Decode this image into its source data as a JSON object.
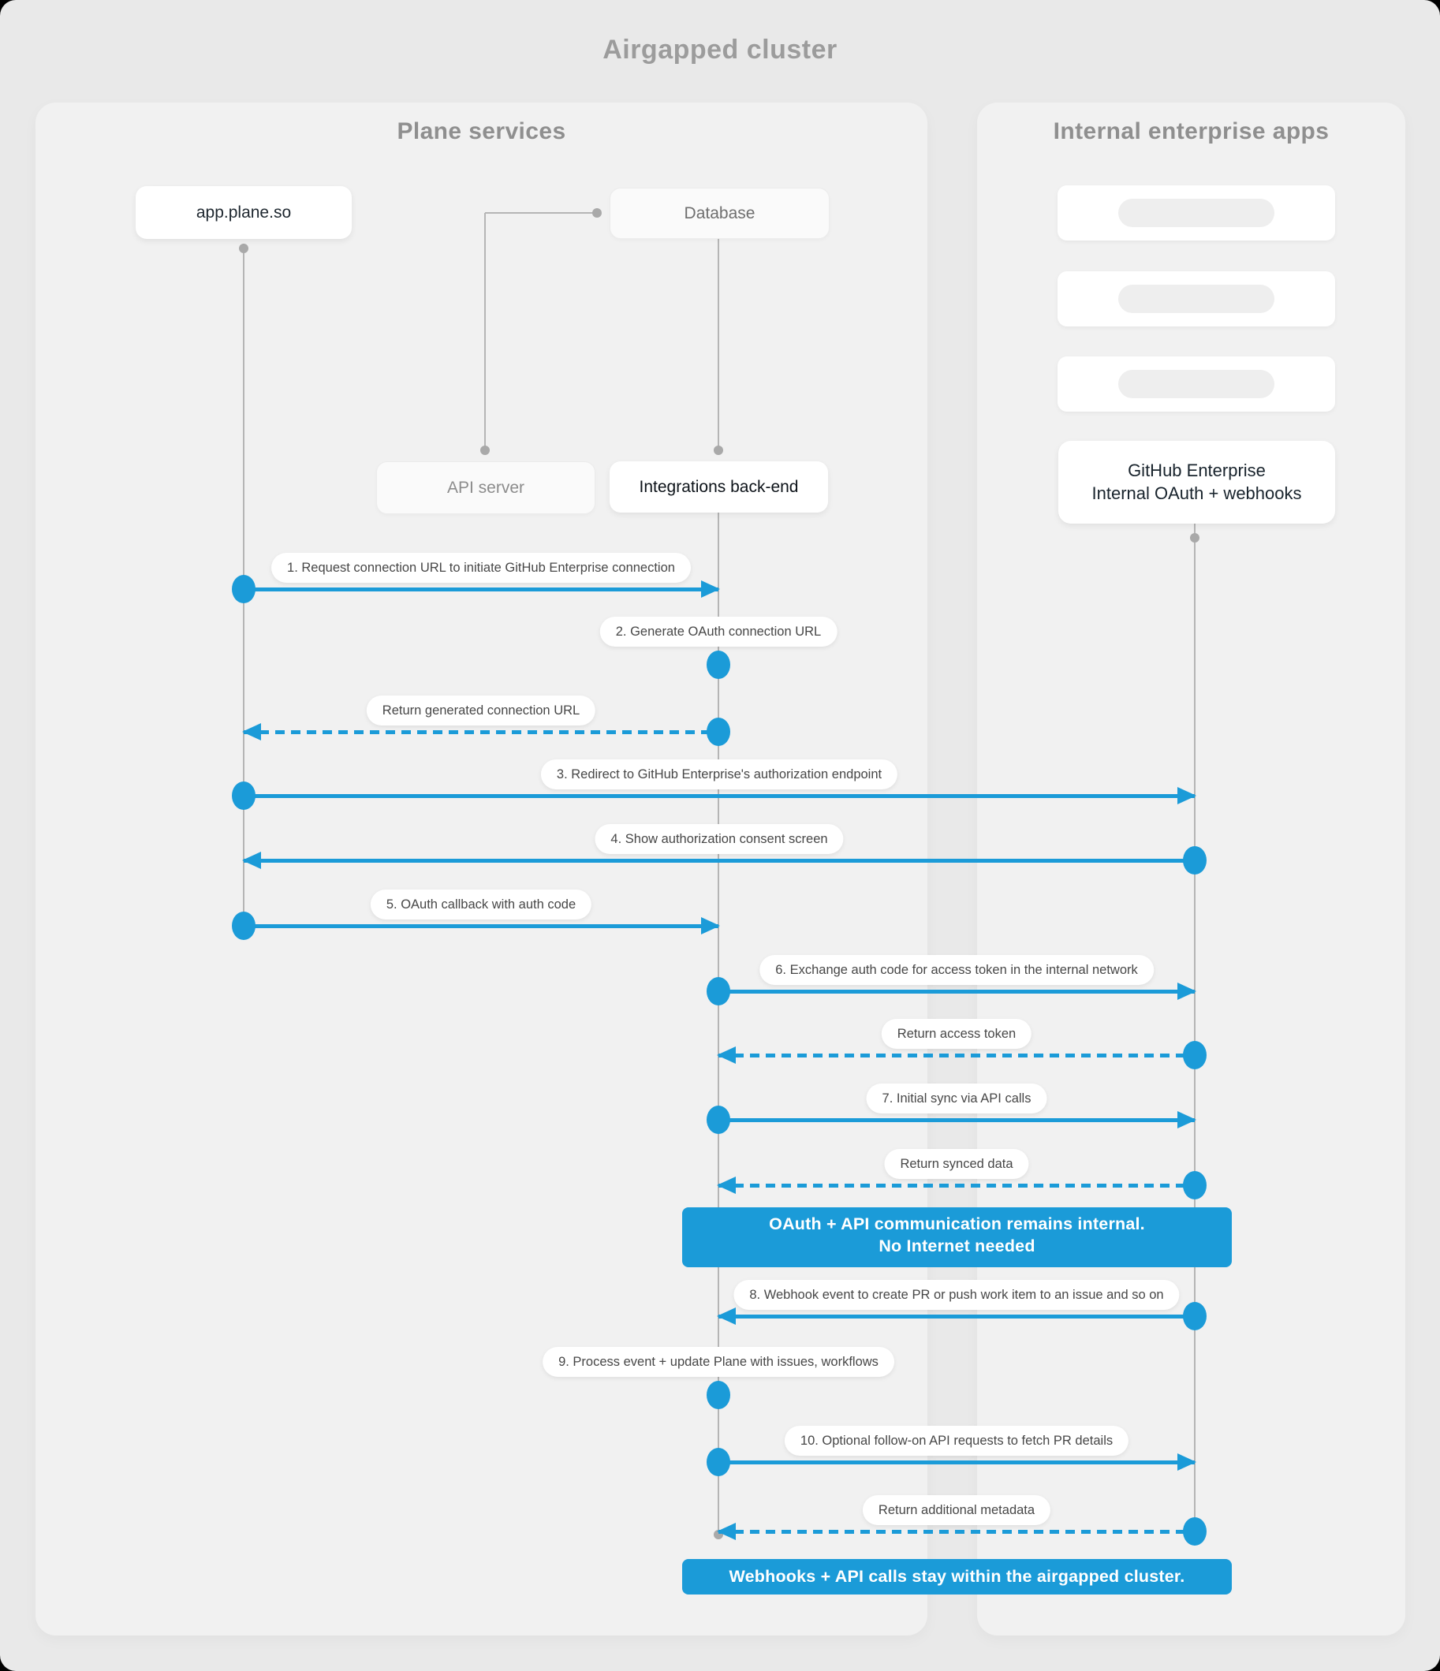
{
  "title": "Airgapped cluster",
  "panels": {
    "plane": {
      "header": "Plane services"
    },
    "enterprise": {
      "header": "Internal enterprise apps"
    }
  },
  "nodes": {
    "app": "app.plane.so",
    "database": "Database",
    "api_server": "API server",
    "integrations": "Integrations back-end",
    "github": {
      "line1": "GitHub Enterprise",
      "line2": "Internal OAuth + webhooks"
    }
  },
  "enterprise_placeholders": {
    "count": 3,
    "description": "skeleton-app-card"
  },
  "messages": {
    "m1": {
      "label": "1. Request connection URL to initiate GitHub Enterprise connection",
      "from": "app.plane.so",
      "to": "Integrations back-end",
      "style": "solid"
    },
    "m2": {
      "label": "2. Generate OAuth connection URL",
      "actor": "Integrations back-end",
      "style": "self"
    },
    "return_url": {
      "label": "Return generated connection URL",
      "from": "Integrations back-end",
      "to": "app.plane.so",
      "style": "dashed"
    },
    "m3": {
      "label": "3. Redirect to GitHub Enterprise's authorization endpoint",
      "from": "app.plane.so",
      "to": "GitHub Enterprise",
      "style": "solid"
    },
    "m4": {
      "label": "4. Show authorization consent screen",
      "from": "GitHub Enterprise",
      "to": "app.plane.so",
      "style": "solid"
    },
    "m5": {
      "label": "5. OAuth callback with auth code",
      "from": "app.plane.so",
      "to": "Integrations back-end",
      "style": "solid"
    },
    "m6": {
      "label": "6. Exchange auth code for access token in the internal network",
      "from": "Integrations back-end",
      "to": "GitHub Enterprise",
      "style": "solid"
    },
    "return_token": {
      "label": "Return access token",
      "from": "GitHub Enterprise",
      "to": "Integrations back-end",
      "style": "dashed"
    },
    "m7": {
      "label": "7. Initial sync via API calls",
      "from": "Integrations back-end",
      "to": "GitHub Enterprise",
      "style": "solid"
    },
    "return_synced": {
      "label": "Return synced data",
      "from": "GitHub Enterprise",
      "to": "Integrations back-end",
      "style": "dashed"
    },
    "m8": {
      "label": "8. Webhook event to create PR  or push work item to an issue  and so on",
      "from": "GitHub Enterprise",
      "to": "Integrations back-end",
      "style": "solid"
    },
    "m9": {
      "label": "9. Process event + update Plane with issues, workflows",
      "actor": "Integrations back-end",
      "style": "self"
    },
    "m10": {
      "label": "10. Optional follow-on API requests to fetch PR details",
      "from": "Integrations back-end",
      "to": "GitHub Enterprise",
      "style": "solid"
    },
    "return_metadata": {
      "label": "Return additional metadata",
      "from": "GitHub Enterprise",
      "to": "Integrations back-end",
      "style": "dashed"
    }
  },
  "banners": {
    "internal": {
      "line1": "OAuth + API communication remains internal.",
      "line2": "No Internet needed"
    },
    "airgapped": {
      "text": "Webhooks + API calls stay within the airgapped cluster."
    }
  },
  "colors": {
    "accent_blue": "#1b9bd8",
    "lifeline_gray": "#b5b5b5",
    "panel_bg": "#f1f1f1",
    "canvas_bg": "#e9e9e9",
    "title_gray": "#9c9c9c"
  }
}
